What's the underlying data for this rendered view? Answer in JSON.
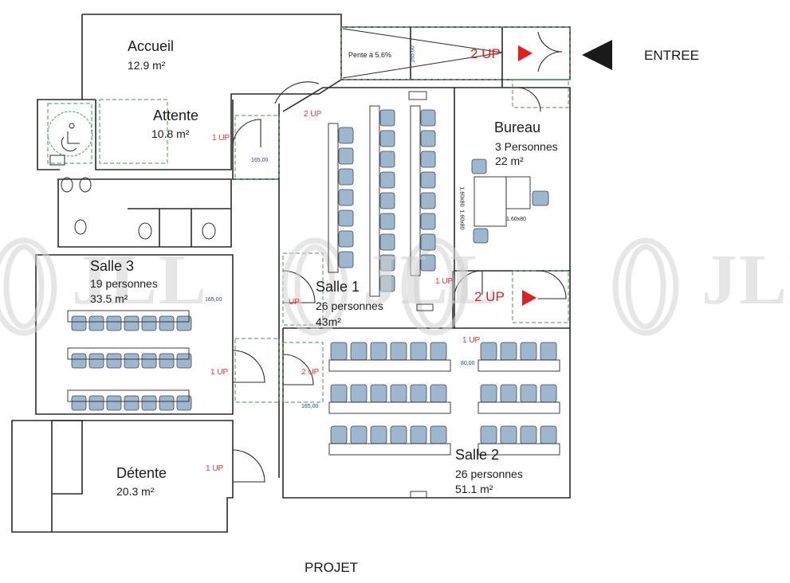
{
  "plan": {
    "entry_label": "ENTREE",
    "footer_label": "PROJET",
    "watermark": "JLL",
    "ramp_label": "Pente à 5.6%",
    "rooms": {
      "accueil": {
        "name": "Accueil",
        "area": "12.9 m²"
      },
      "attente": {
        "name": "Attente",
        "area": "10.8 m²"
      },
      "bureau": {
        "name": "Bureau",
        "capacity": "3 Personnes",
        "area": "22 m²"
      },
      "salle3": {
        "name": "Salle 3",
        "capacity": "19 personnes",
        "area": "33.5 m²"
      },
      "salle1": {
        "name": "Salle 1",
        "capacity": "26 personnes",
        "area": "43m²"
      },
      "salle2": {
        "name": "Salle 2",
        "capacity": "26 personnes",
        "area": "51.1 m²"
      },
      "detente": {
        "name": "Détente",
        "area": "20.3 m²"
      }
    },
    "up_markers": {
      "ramp_2up": "2 UP",
      "corridor_2up": "2 UP",
      "attente_1up": "1 UP",
      "salle1_up": "UP",
      "salle1_door_1up": "1 UP",
      "bureau_2up": "2 UP",
      "salle2_1up": "1 UP",
      "salle3_1up": "1 UP",
      "salle1_lower_2up": "2 UP",
      "detente_1up": "1 UP"
    },
    "desk_labels": {
      "desk_size_a": "1.60x80",
      "desk_size_b": "1.60x80",
      "desk_size_c": "1.60x80"
    },
    "dimensions": {
      "d1": "165,00",
      "d2": "165,00",
      "d3": "165,00",
      "d4": "80,00",
      "d5": "165,00"
    },
    "colors": {
      "wall": "#2a2a2a",
      "red_marker": "#e02020",
      "chair": "#9fb6cf",
      "dashed_green": "#3f9a5a",
      "dimension_blue": "#1c4ea0",
      "watermark": "#d2d2d2"
    }
  }
}
